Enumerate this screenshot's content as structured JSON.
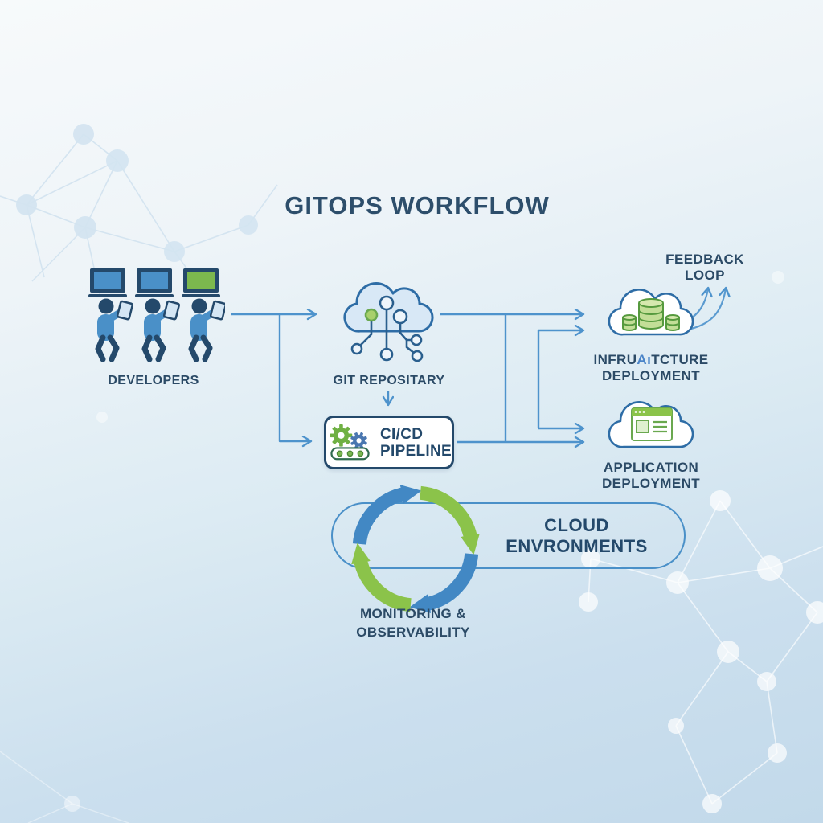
{
  "title": "GITOPS WORKFLOW",
  "labels": {
    "developers": "DEVELOPERS",
    "git_repository": "GIT REPOSITARY",
    "cicd_line1": "CI/CD",
    "cicd_line2": "PIPELINE",
    "infrastructure_seg1": "INFRU",
    "infrastructure_seg2": "Aı",
    "infrastructure_seg3": "TCTURE",
    "infrastructure_line2": "DEPLOYMENT",
    "application_line1": "APPLICATION",
    "application_line2": "DEPLOYMENT",
    "feedback_line1": "FEEDBACK",
    "feedback_line2": "LOOP",
    "cloud_env_line1": "CLOUD",
    "cloud_env_line2": "ENVRONMENTS",
    "monitoring_line1": "MONITORING &",
    "monitoring_line2": "OBSERVABILITY"
  },
  "icons": {
    "developers": "three-developer-figures-with-laptops-icon",
    "git_repository": "cloud-circuit-branches-icon",
    "cicd": "gears-conveyor-pipeline-icon",
    "infrastructure": "cloud-with-databases-icon",
    "application": "cloud-with-browser-window-icon",
    "monitoring": "circular-cycle-arrows-icon",
    "feedback": "curved-up-arrows-icon"
  },
  "colors": {
    "text_dark": "#2b4a66",
    "arrow_blue": "#4e93cc",
    "figure_blue": "#4a90c8",
    "figure_dark": "#24496b",
    "cloud_stroke": "#2e6da6",
    "git_cloud_fill": "#d8e8f6",
    "green": "#7cb850",
    "green_fill": "#c3de97",
    "green_dark": "#569a3e",
    "cycle_blue": "#4288c4",
    "cycle_green": "#8bc34a",
    "background_top": "#f7fafb",
    "background_bottom": "#c2d9ea"
  }
}
